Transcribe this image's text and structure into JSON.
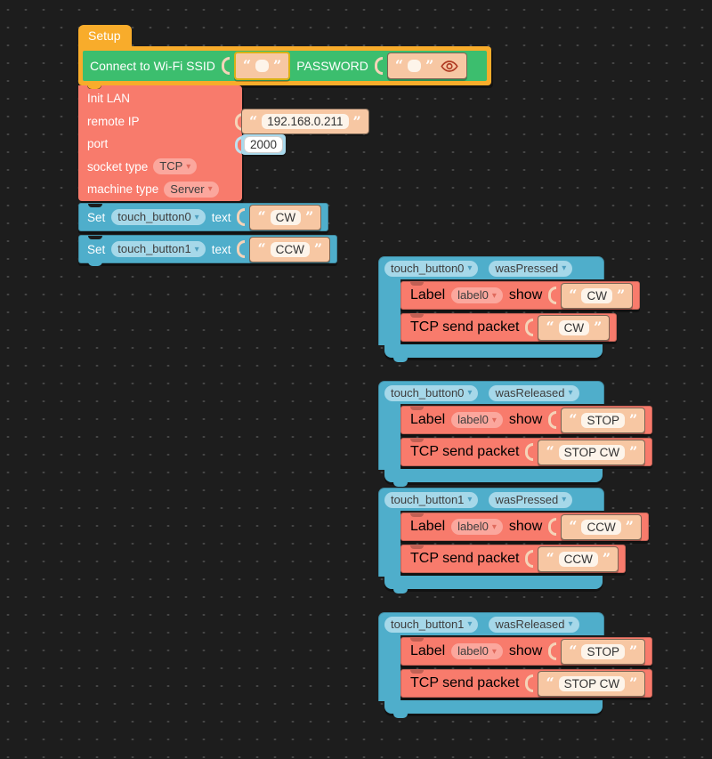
{
  "ui": {
    "quote_open": "“",
    "quote_close": "”",
    "caret": "▾",
    "set_verb": "Set",
    "text_label": "text",
    "label_verb": "Label",
    "show_verb": "show",
    "tcp_send_label": "TCP send packet"
  },
  "colors": {
    "background": "#1d1d1d",
    "grid_dot": "#474747",
    "setup_yellow": "#F8AC2B",
    "wifi_green": "#3CBE6E",
    "lan_red": "#F87B6C",
    "red_pill": "#FBA79D",
    "ui_blue": "#4FAECB",
    "blue_pill": "#A6D8E9",
    "string_peach": "#F7C7A3",
    "field_cream": "#FDF4EA"
  },
  "setup": {
    "label": "Setup"
  },
  "wifi": {
    "connect_label": "Connect to Wi-Fi SSID",
    "ssid_value": "",
    "password_label": "PASSWORD",
    "password_value": "",
    "eye_icon": "show-password-eye"
  },
  "lan": {
    "title": "Init LAN",
    "remote_ip_label": "remote IP",
    "remote_ip_value": "192.168.0.211",
    "port_label": "port",
    "port_value": "2000",
    "socket_type_label": "socket type",
    "socket_type_value": "TCP",
    "machine_type_label": "machine type",
    "machine_type_value": "Server"
  },
  "set_blocks": [
    {
      "target": "touch_button0",
      "value": "CW"
    },
    {
      "target": "touch_button1",
      "value": "CCW"
    }
  ],
  "events": [
    {
      "target": "touch_button0",
      "trigger": "wasPressed",
      "label_target": "label0",
      "show_value": "CW",
      "tcp_value": "CW"
    },
    {
      "target": "touch_button0",
      "trigger": "wasReleased",
      "label_target": "label0",
      "show_value": "STOP",
      "tcp_value": "STOP CW"
    },
    {
      "target": "touch_button1",
      "trigger": "wasPressed",
      "label_target": "label0",
      "show_value": "CCW",
      "tcp_value": "CCW"
    },
    {
      "target": "touch_button1",
      "trigger": "wasReleased",
      "label_target": "label0",
      "show_value": "STOP",
      "tcp_value": "STOP CW"
    }
  ]
}
